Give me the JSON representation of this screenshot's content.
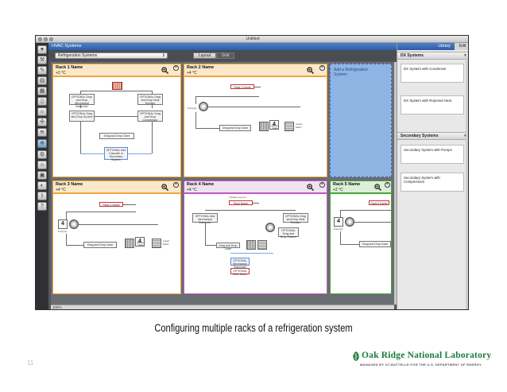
{
  "window": {
    "title": "Untitled"
  },
  "sidebar_icons": [
    "vitals-icon",
    "tools-icon",
    "edit-icon",
    "loads-icon",
    "calc-icon",
    "doors-icon",
    "lights-icon",
    "fans-icon",
    "hvac-icon",
    "refrigeration-icon",
    "settings-icon",
    "user-icon",
    "report-icon",
    "compare-icon",
    "export-icon",
    "help-icon"
  ],
  "main": {
    "header": "HVAC Systems",
    "system_select": "Refrigeration Systems",
    "view_tabs": {
      "layout": "Layout",
      "grid": "Grid"
    },
    "zoom_level": "100%"
  },
  "racks": [
    {
      "name": "Rack 1 Name",
      "temp": "+2 °C",
      "nodes": {
        "opt1": "OPTIONAL Drop and Drop Mechanical Subcooler",
        "opt2": "OPTIONAL Drag and Drop Heat Reclaim",
        "opt3": "OPTIONAL Drag and Drop Suction",
        "opt4": "OPTIONAL Drag and Drop Compressor",
        "case": "Drag and Drop Case",
        "opt5": "OPTIONAL Add Cascade or Secondary System"
      }
    },
    {
      "name": "Rack 2 Name",
      "temp": "+4 °C",
      "nodes": {
        "rack_label": "Rack 2 Name",
        "pumps": "Pump(s)",
        "case": "Drag and Drop Case",
        "count": "4",
        "count_label": "Efficient Cases",
        "meter": "Liquid Meter"
      }
    },
    {
      "name": "Rack 3 Name",
      "temp": "+4 °C",
      "nodes": {
        "rack_label": "Rack 4 Name",
        "count_a": "4",
        "pumps": "Pump(s)",
        "case": "Drag and Drop Case",
        "count_b": "4",
        "count_label": "Efficient Cases",
        "meter": "Liquid Meter"
      }
    },
    {
      "name": "Rack 4 Name",
      "temp": "+4 °C",
      "nodes": {
        "loop": "Transfer Loop to",
        "rack_label": "Rack Name",
        "opt1": "OPTIONAL Add Mechanical Subcooler",
        "opt2": "OPTIONAL Drag and Drop Heat Reclaim",
        "opt3": "OPTIONAL Drag and Drop Suction",
        "case": "Drag and Drop Case",
        "opt4": "OPTIONAL Mechanical Subcooler",
        "opt5": "OPTIONAL Rack Name"
      }
    },
    {
      "name": "Rack 5 Name",
      "temp": "+2 °C",
      "nodes": {
        "rack_label": "Rack 5 Name",
        "count": "4",
        "pumps": "Pump(s)",
        "case": "Drag and Drop Case"
      }
    }
  ],
  "add_rack_label": "Add a Refrigeration System",
  "library": {
    "tabs": {
      "library": "Library",
      "edit": "Edit"
    },
    "sections": [
      {
        "title": "DX Systems",
        "items": [
          "DX System with Condensor",
          "DX System with Rejected Heat"
        ]
      },
      {
        "title": "Secondary Systems",
        "items": [
          "Secondary System with Pumps",
          "Secondary System with Compressors"
        ]
      }
    ]
  },
  "slide": {
    "caption": "Configuring multiple racks of a refrigeration system",
    "number": "11",
    "logo_name": "Oak Ridge National Laboratory",
    "logo_sub": "MANAGED BY UT-BATTELLE FOR THE U.S. DEPARTMENT OF ENERGY"
  },
  "colors": {
    "rack1": "#f1a53a",
    "rack2": "#f1a53a",
    "rack3": "#f1a53a",
    "rack4": "#c355c8",
    "rack5": "#45a538",
    "add_rack": "#8eb4e3",
    "header": "#2c5ea8"
  }
}
